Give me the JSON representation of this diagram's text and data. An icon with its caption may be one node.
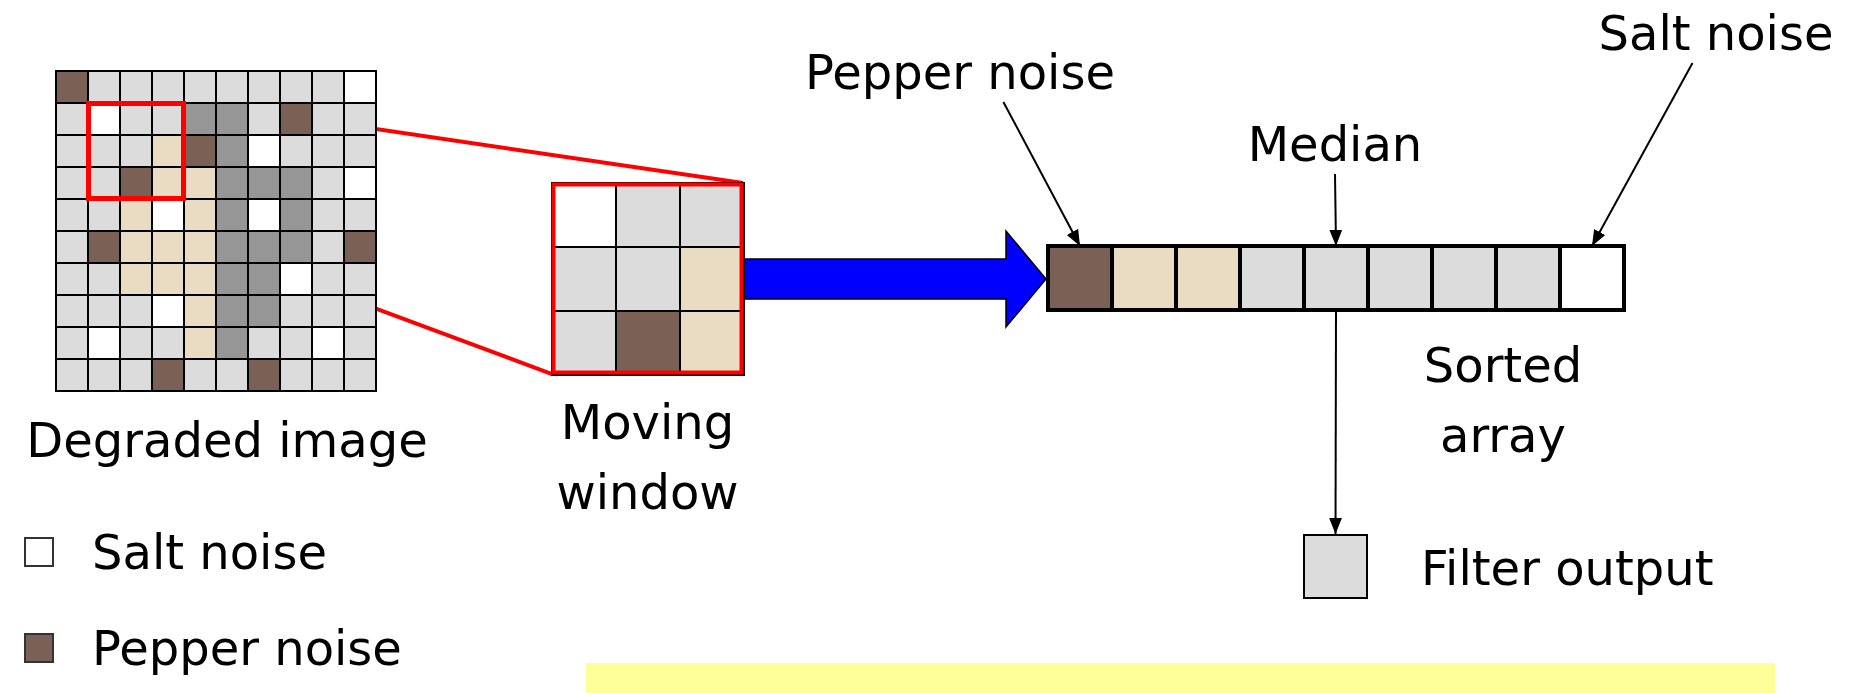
{
  "diagram": {
    "nodes": [
      {
        "text": [
          "Degraded image"
        ]
      },
      {
        "text": [],
        "shape": "box",
        "in": 0
      },
      {
        "text": [
          "Moving window"
        ]
      },
      {
        "text": [
          "Sorted array"
        ]
      },
      {
        "text": [
          "Pepper noise"
        ]
      },
      {
        "text": [],
        "shape": "box",
        "in": 3
      },
      {
        "text": [
          "Median"
        ]
      },
      {
        "text": [],
        "shape": "box",
        "in": 3
      },
      {
        "text": [
          "Salt noise"
        ]
      },
      {
        "text": [],
        "shape": "box",
        "in": 3
      },
      {
        "text": [],
        "shape": "box",
        "beside": [
          "Filter output"
        ]
      },
      {
        "text": [],
        "shape": "box"
      }
    ],
    "edges": [
      {
        "from": 1,
        "to": 2,
        "arrow": "none",
        "color": "#ff0000"
      },
      {
        "from": 1,
        "to": 2,
        "arrow": "none",
        "color": "#ff0000"
      },
      {
        "from": 2,
        "to": 3,
        "arrow": "to",
        "style": "thick",
        "color": "#0000ff"
      },
      {
        "from": 4,
        "to": 5,
        "arrow": "to"
      },
      {
        "from": 6,
        "to": 7,
        "arrow": "to"
      },
      {
        "from": 8,
        "to": 9,
        "arrow": "to"
      },
      {
        "from": 7,
        "to": 10,
        "arrow": "to"
      }
    ],
    "legend": [
      {
        "text": "Salt noise",
        "color": "#ffffff"
      },
      {
        "text": "Pepper noise",
        "color": "#7a6055"
      }
    ]
  }
}
